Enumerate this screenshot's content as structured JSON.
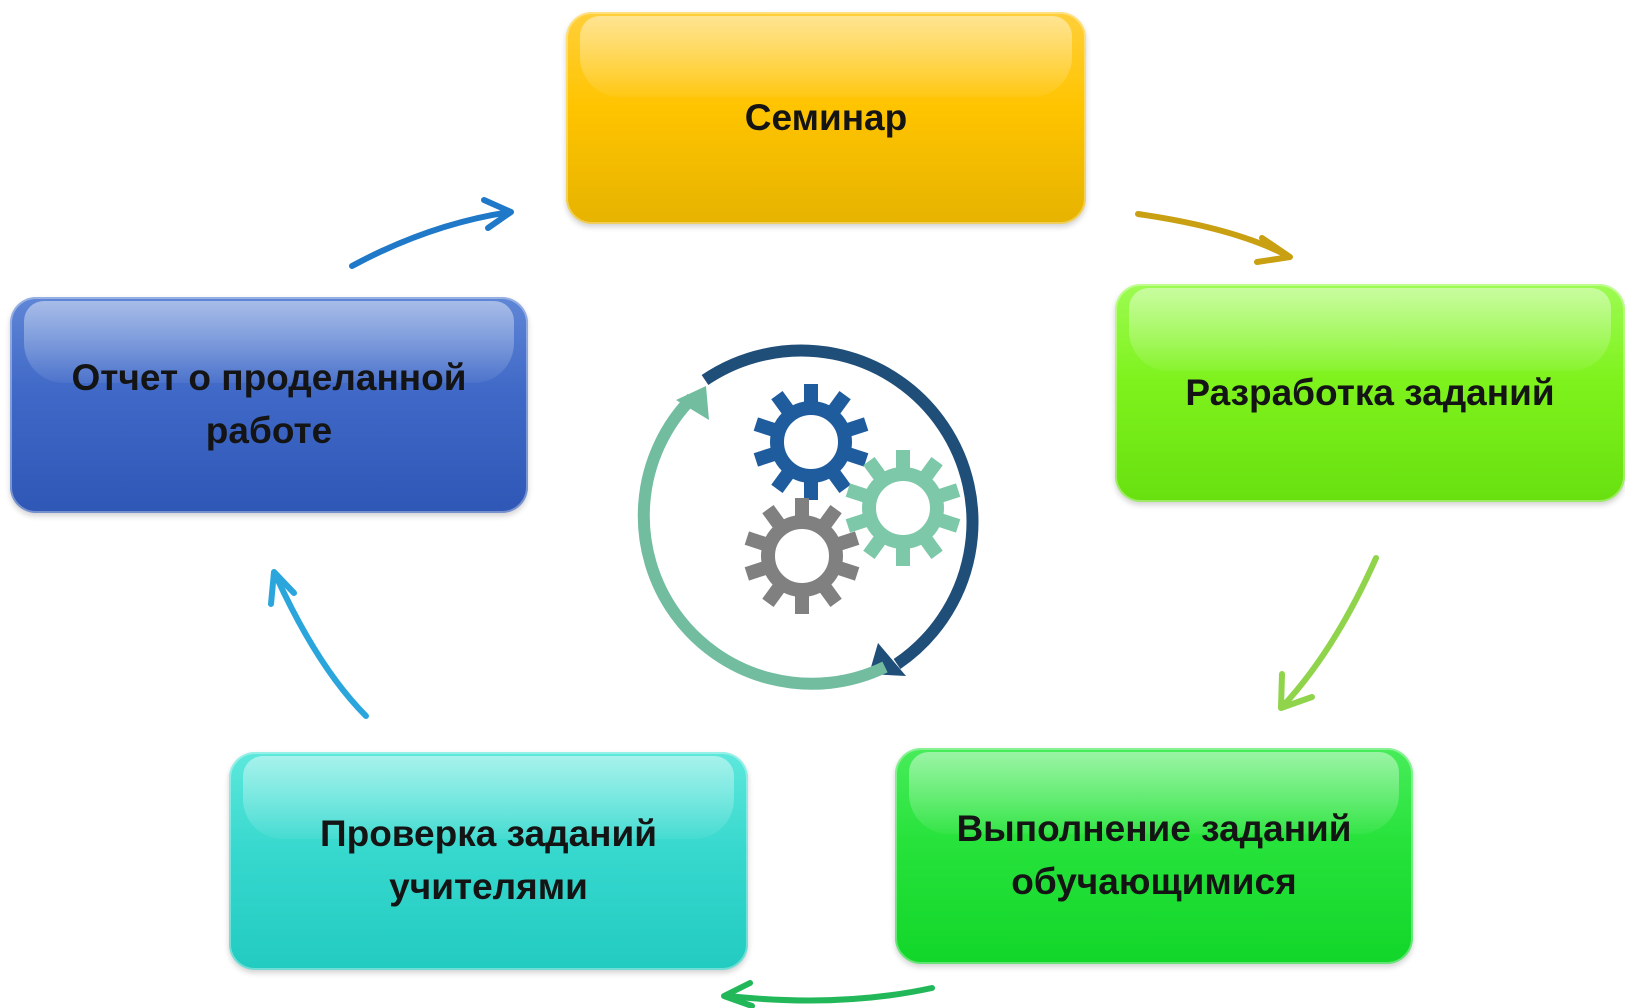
{
  "steps": [
    {
      "id": "seminar",
      "label": "Семинар"
    },
    {
      "id": "razrabotka",
      "label": "Разработка заданий"
    },
    {
      "id": "vypolnenie",
      "label": "Выполнение заданий\nобучающимися"
    },
    {
      "id": "proverka",
      "label": "Проверка заданий\nучителями"
    },
    {
      "id": "otchet",
      "label": "Отчет о проделанной\nработе"
    }
  ],
  "colors": {
    "seminar": "#ffc400",
    "razrabotka": "#7ef21c",
    "vypolnenie": "#26e23a",
    "proverka": "#37d8ce",
    "otchet": "#3f68c7",
    "arrow_seminar_to_razrabotka": "#c9a012",
    "arrow_razrabotka_to_vypolnenie": "#8fd44a",
    "arrow_vypolnenie_to_proverka": "#22b85a",
    "arrow_proverka_to_otchet": "#2aa6dc",
    "arrow_otchet_to_seminar": "#1f78c8",
    "cycle_dark": "#1f4e79",
    "cycle_light": "#72bda0",
    "gear_blue": "#1f5c9e",
    "gear_teal": "#7dc8a8",
    "gear_gray": "#808080"
  },
  "icons": {
    "center": "cycle-gears-icon"
  }
}
